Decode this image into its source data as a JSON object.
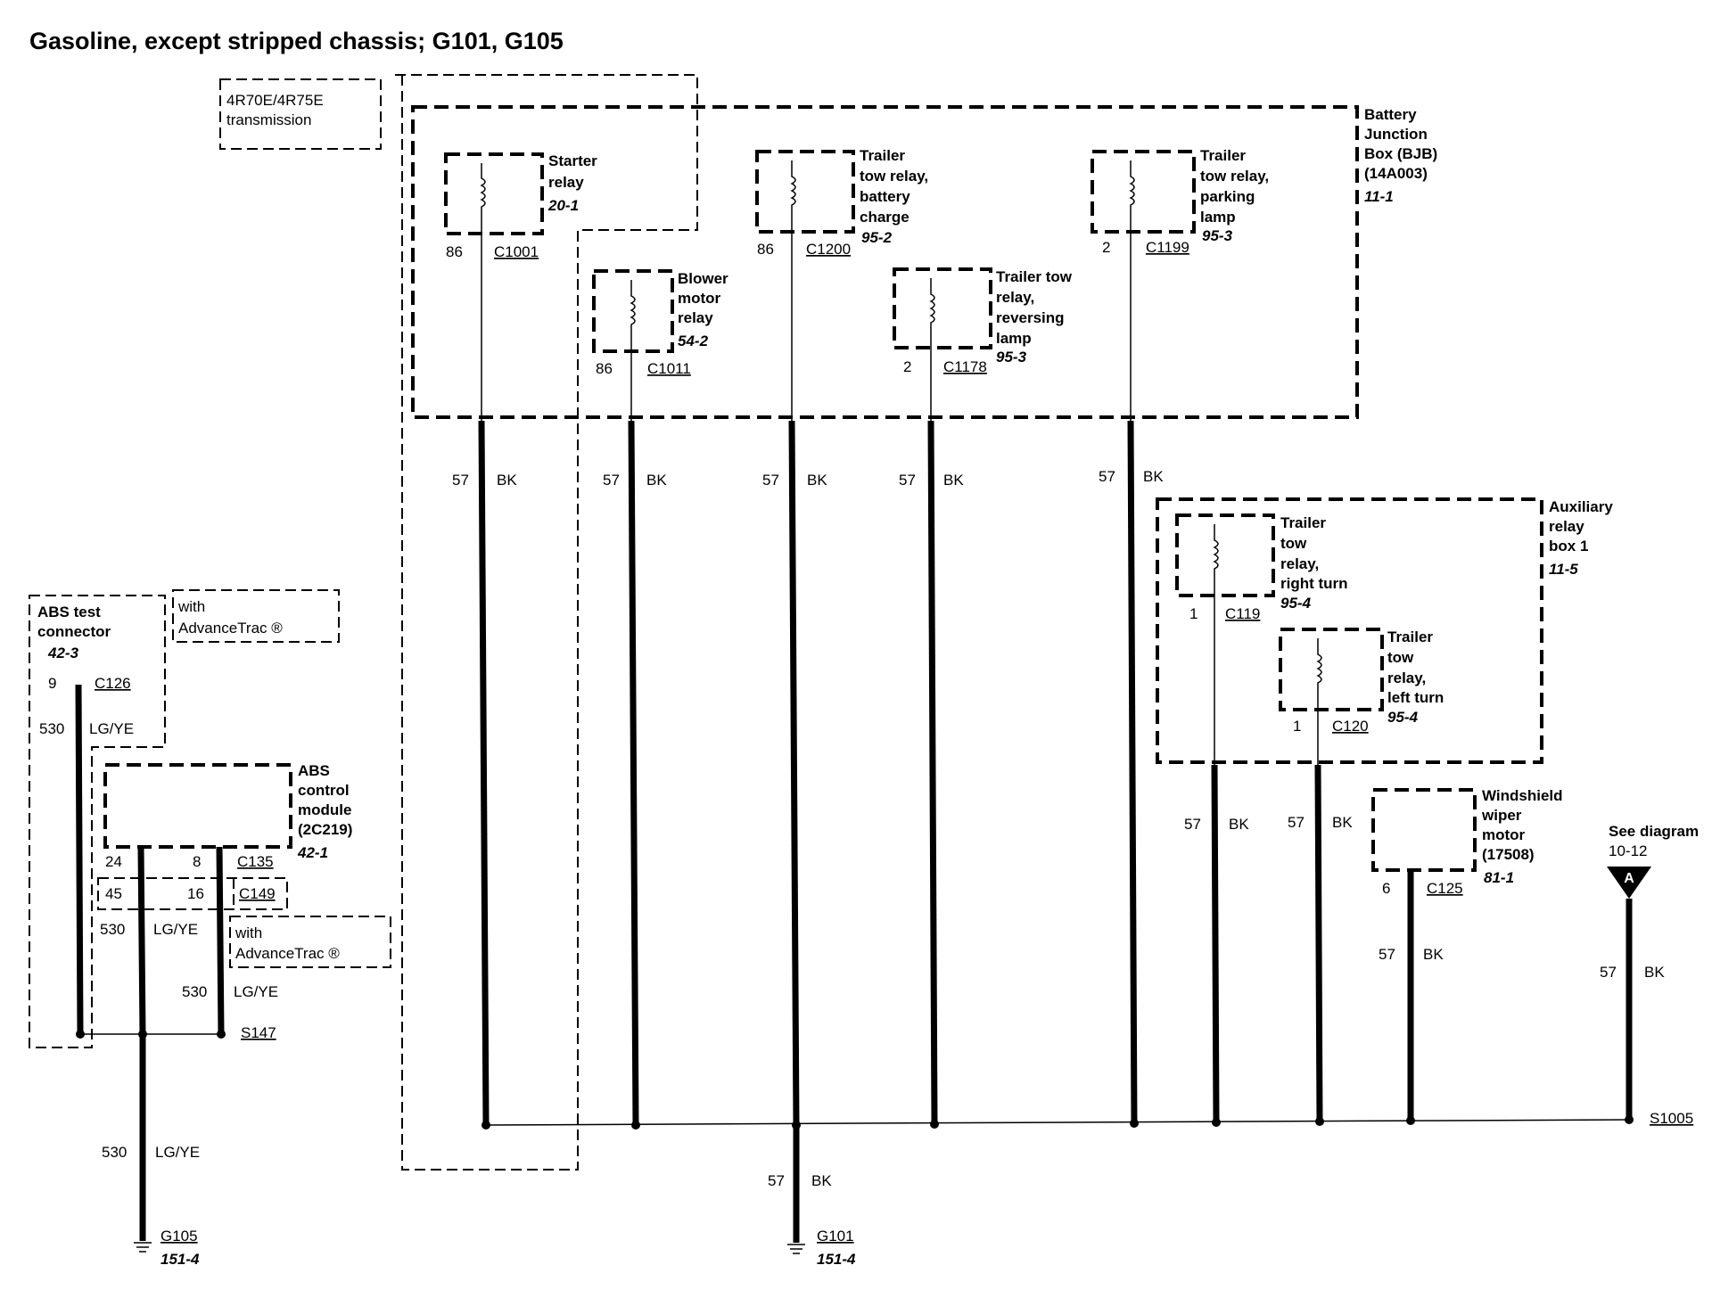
{
  "title": "Gasoline, except stripped chassis; G101, G105",
  "transmission_box": {
    "line1": "4R70E/4R75E",
    "line2": "transmission"
  },
  "bjb": {
    "lines": [
      "Battery",
      "Junction",
      "Box (BJB)",
      "(14A003)"
    ],
    "ref": "11-1"
  },
  "aux_box": {
    "lines": [
      "Auxiliary",
      "relay",
      "box 1"
    ],
    "ref": "11-5"
  },
  "relays": [
    {
      "lines": [
        "Starter",
        "relay"
      ],
      "ref": "20-1",
      "pin": "86",
      "connector": "C1001"
    },
    {
      "lines": [
        "Blower",
        "motor",
        "relay"
      ],
      "ref": "54-2",
      "pin": "86",
      "connector": "C1011"
    },
    {
      "lines": [
        "Trailer",
        "tow relay,",
        "battery",
        "charge"
      ],
      "ref": "95-2",
      "pin": "86",
      "connector": "C1200"
    },
    {
      "lines": [
        "Trailer tow",
        "relay,",
        "reversing",
        "lamp"
      ],
      "ref": "95-3",
      "pin": "2",
      "connector": "C1178"
    },
    {
      "lines": [
        "Trailer",
        "tow relay,",
        "parking",
        "lamp"
      ],
      "ref": "95-3",
      "pin": "2",
      "connector": "C1199"
    },
    {
      "lines": [
        "Trailer",
        "tow",
        "relay,",
        "right turn"
      ],
      "ref": "95-4",
      "pin": "1",
      "connector": "C119"
    },
    {
      "lines": [
        "Trailer",
        "tow",
        "relay,",
        "left turn"
      ],
      "ref": "95-4",
      "pin": "1",
      "connector": "C120"
    }
  ],
  "wiper": {
    "lines": [
      "Windshield",
      "wiper",
      "motor",
      "(17508)"
    ],
    "ref": "81-1",
    "pin": "6",
    "connector": "C125"
  },
  "diagram_ref": {
    "lines": [
      "See diagram",
      "10-12"
    ],
    "symbol": "A"
  },
  "abs_test": {
    "lines": [
      "ABS test",
      "connector"
    ],
    "ref": "42-3",
    "pin": "9",
    "connector": "C126"
  },
  "advancetrac": {
    "line1": "with",
    "line2": "AdvanceTrac ®"
  },
  "abs_module": {
    "lines": [
      "ABS",
      "control",
      "module",
      "(2C219)"
    ],
    "ref": "42-1",
    "pin1": "24",
    "pin2": "8",
    "connector": "C135"
  },
  "c149": {
    "pin1": "45",
    "pin2": "16",
    "connector": "C149"
  },
  "wires": {
    "ckt_57": "57",
    "color_bk": "BK",
    "ckt_530": "530",
    "color_lgye": "LG/YE"
  },
  "splices": {
    "s147": "S147",
    "s1005": "S1005"
  },
  "grounds": {
    "g105": {
      "name": "G105",
      "ref": "151-4"
    },
    "g101": {
      "name": "G101",
      "ref": "151-4"
    }
  }
}
